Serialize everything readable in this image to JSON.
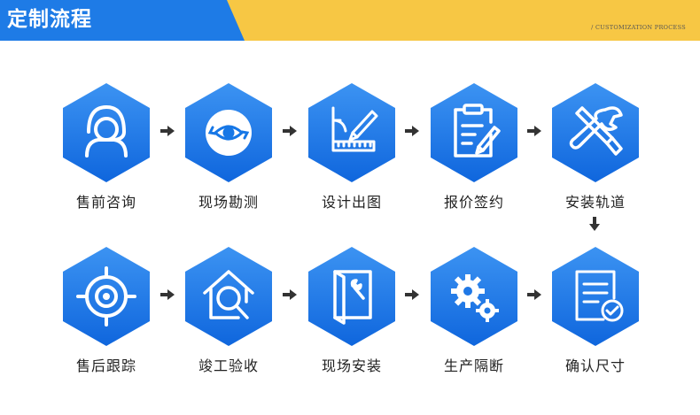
{
  "header": {
    "title": "定制流程",
    "subtitle": "/ CUSTOMIZATION PROCESS",
    "colors": {
      "banner_blue": "#1e7be6",
      "banner_yellow": "#f7c744"
    }
  },
  "colors": {
    "hex_top": "#3c93f2",
    "hex_bottom": "#0f66dd",
    "arrow": "#333333",
    "label": "#222222"
  },
  "steps": [
    {
      "label": "售前咨询",
      "icon": "headset-person-icon"
    },
    {
      "label": "现场勘测",
      "icon": "eye-scan-icon"
    },
    {
      "label": "设计出图",
      "icon": "ruler-pen-icon"
    },
    {
      "label": "报价签约",
      "icon": "clipboard-pen-icon"
    },
    {
      "label": "安装轨道",
      "icon": "wrench-screwdriver-icon"
    },
    {
      "label": "确认尺寸",
      "icon": "document-check-icon"
    },
    {
      "label": "生产隔断",
      "icon": "gears-icon"
    },
    {
      "label": "现场安装",
      "icon": "door-wrench-icon"
    },
    {
      "label": "竣工验收",
      "icon": "house-magnifier-icon"
    },
    {
      "label": "售后跟踪",
      "icon": "target-icon"
    }
  ]
}
